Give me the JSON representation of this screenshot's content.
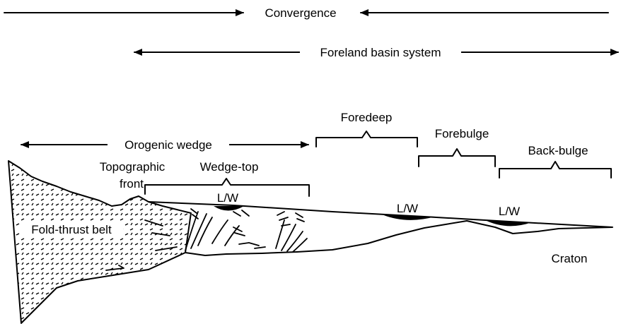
{
  "labels": {
    "convergence": "Convergence",
    "foreland_basin_system": "Foreland basin system",
    "orogenic_wedge": "Orogenic wedge",
    "foredeep": "Foredeep",
    "forebulge": "Forebulge",
    "back_bulge": "Back-bulge",
    "topographic_front_line1": "Topographic",
    "topographic_front_line2": "front",
    "wedge_top": "Wedge-top",
    "lw_wedge_top": "L/W",
    "lw_foredeep": "L/W",
    "lw_back_bulge": "L/W",
    "fold_thrust_belt": "Fold-thrust belt",
    "craton": "Craton"
  },
  "colors": {
    "ink": "#000000",
    "background": "#ffffff"
  }
}
